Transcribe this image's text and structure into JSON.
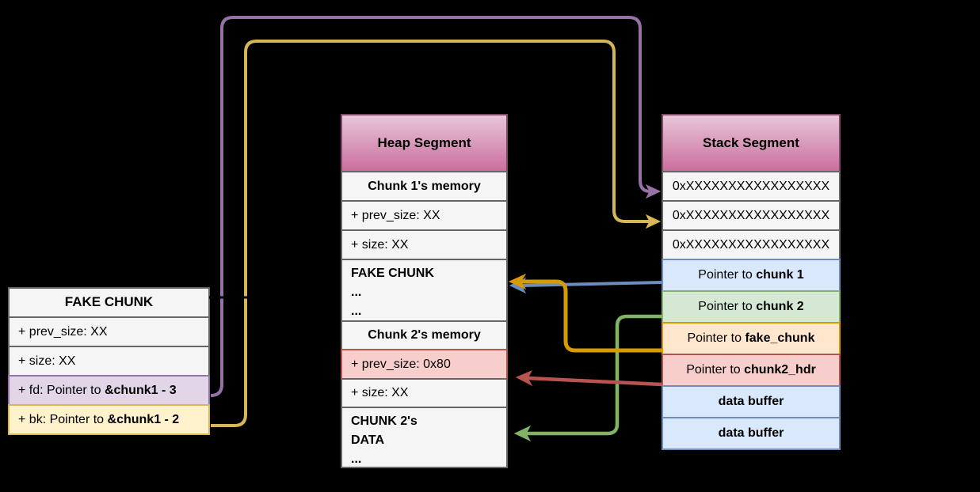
{
  "colors": {
    "background": "#000000",
    "purple_line": "#9673a6",
    "purple_fill": "#e1d5e7",
    "yellow_line": "#d6b656",
    "yellow_fill": "#fff2cc",
    "blue_line": "#6c8ebf",
    "blue_fill": "#dae8fc",
    "green_line": "#82b366",
    "green_fill": "#d5e8d4",
    "orange_line": "#d79b00",
    "orange_fill": "#ffe6cc",
    "red_line": "#b85450",
    "red_fill": "#f8cecc",
    "gray_fill": "#f5f5f5",
    "gray_border": "#666666",
    "header_gradient_top": "#e9c6da",
    "header_gradient_bottom": "#ca6e9c",
    "hidden_line": "#000000"
  },
  "fake_chunk_table": {
    "title": "FAKE CHUNK",
    "rows": [
      {
        "text": "+ prev_size: XX"
      },
      {
        "text": "+ size: XX"
      },
      {
        "prefix": "+ fd: Pointer to ",
        "bold": "&chunk1 - 3"
      },
      {
        "prefix": "+ bk: Pointer to ",
        "bold": "&chunk1 - 2"
      }
    ]
  },
  "heap_table": {
    "title": "Heap Segment",
    "rows": [
      {
        "text": "Chunk 1's memory"
      },
      {
        "text": "+ prev_size: XX"
      },
      {
        "text": "+ size: XX"
      },
      {
        "text": "FAKE CHUNK\n...\n..."
      },
      {
        "text": "Chunk 2's memory"
      },
      {
        "text": "+ prev_size: 0x80"
      },
      {
        "text": "+ size: XX"
      },
      {
        "text": "CHUNK 2's\nDATA\n..."
      }
    ]
  },
  "stack_table": {
    "title": "Stack Segment",
    "rows": [
      {
        "text": "0xXXXXXXXXXXXXXXXXX"
      },
      {
        "text": "0xXXXXXXXXXXXXXXXXX"
      },
      {
        "text": "0xXXXXXXXXXXXXXXXXX"
      },
      {
        "prefix": "Pointer to ",
        "bold": "chunk 1"
      },
      {
        "prefix": "Pointer to ",
        "bold": "chunk 2"
      },
      {
        "prefix": "Pointer to ",
        "bold": "fake_chunk"
      },
      {
        "prefix": "Pointer to ",
        "bold": "chunk2_hdr"
      },
      {
        "text": "data buffer"
      },
      {
        "text": "data buffer"
      }
    ]
  },
  "arrows": [
    {
      "name": "fd-to-stack-row-1",
      "color": "#9673a6"
    },
    {
      "name": "bk-to-stack-row-2",
      "color": "#d6b656"
    },
    {
      "name": "chunk1-ptr-to-fake-chunk",
      "color": "#6c8ebf"
    },
    {
      "name": "chunk2-ptr-to-chunk2-data",
      "color": "#82b366"
    },
    {
      "name": "chunk2hdr-ptr-to-prev-size",
      "color": "#b85450"
    },
    {
      "name": "fakechunk-ptr-to-fake-chunk",
      "color": "#d79b00"
    },
    {
      "name": "hidden-connector",
      "color": "#000000"
    }
  ]
}
